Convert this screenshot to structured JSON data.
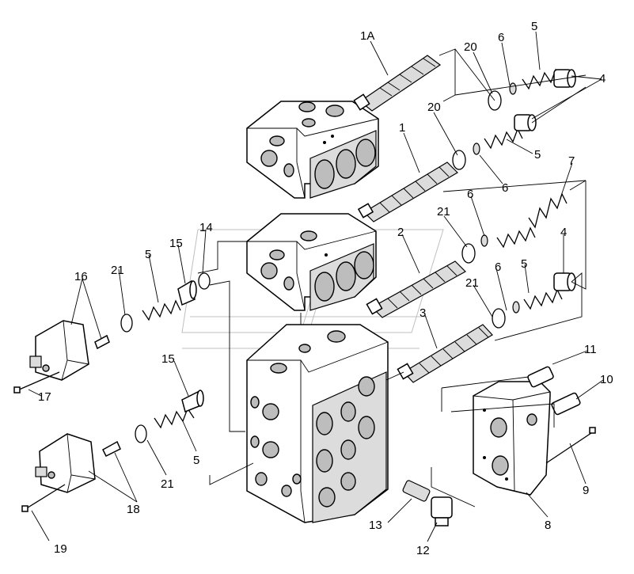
{
  "part_labels": [
    {
      "id": "p1A",
      "text": "1A"
    },
    {
      "id": "p20a",
      "text": "20"
    },
    {
      "id": "p6a",
      "text": "6"
    },
    {
      "id": "p5a",
      "text": "5"
    },
    {
      "id": "p4a",
      "text": "4"
    },
    {
      "id": "p20b",
      "text": "20"
    },
    {
      "id": "p1",
      "text": "1"
    },
    {
      "id": "p5b",
      "text": "5"
    },
    {
      "id": "p6b",
      "text": "6"
    },
    {
      "id": "p7",
      "text": "7"
    },
    {
      "id": "p6c",
      "text": "6"
    },
    {
      "id": "p21a",
      "text": "21"
    },
    {
      "id": "p2",
      "text": "2"
    },
    {
      "id": "p4b",
      "text": "4"
    },
    {
      "id": "p14",
      "text": "14"
    },
    {
      "id": "p15a",
      "text": "15"
    },
    {
      "id": "p5c",
      "text": "5"
    },
    {
      "id": "p21b",
      "text": "21"
    },
    {
      "id": "p16",
      "text": "16"
    },
    {
      "id": "p5d",
      "text": "5"
    },
    {
      "id": "p21c",
      "text": "21"
    },
    {
      "id": "p6d",
      "text": "6"
    },
    {
      "id": "p5e",
      "text": "5"
    },
    {
      "id": "p3",
      "text": "3"
    },
    {
      "id": "p11",
      "text": "11"
    },
    {
      "id": "p10",
      "text": "10"
    },
    {
      "id": "p15b",
      "text": "15"
    },
    {
      "id": "p17",
      "text": "17"
    },
    {
      "id": "p5f",
      "text": "5"
    },
    {
      "id": "p21d",
      "text": "21"
    },
    {
      "id": "p9",
      "text": "9"
    },
    {
      "id": "p18",
      "text": "18"
    },
    {
      "id": "p8",
      "text": "8"
    },
    {
      "id": "p13",
      "text": "13"
    },
    {
      "id": "p12",
      "text": "12"
    },
    {
      "id": "p19",
      "text": "19"
    }
  ]
}
